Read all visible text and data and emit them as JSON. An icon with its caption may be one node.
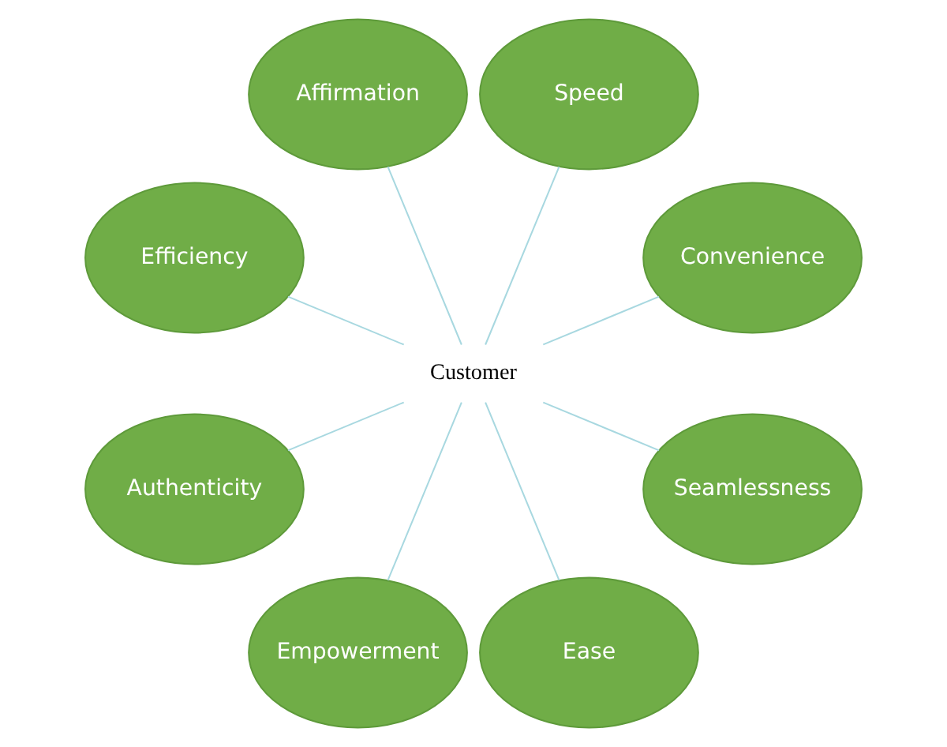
{
  "diagram": {
    "nodes": [
      {
        "text": [
          "Convenience"
        ]
      },
      {
        "text": [
          "Speed"
        ]
      },
      {
        "text": [
          "Affirmation"
        ]
      },
      {
        "text": [
          "Efficiency"
        ]
      },
      {
        "text": [
          "Authenticity"
        ]
      },
      {
        "text": [
          "Customer"
        ]
      },
      {
        "text": [
          "Empowerment"
        ]
      },
      {
        "text": [
          "Ease"
        ]
      },
      {
        "text": [
          "Seamlessness"
        ]
      }
    ],
    "edges": [
      {
        "from": 5,
        "to": 0,
        "arrow": "none"
      },
      {
        "from": 5,
        "to": 1,
        "arrow": "none"
      },
      {
        "from": 5,
        "to": 3,
        "arrow": "none"
      },
      {
        "from": 5,
        "to": 6,
        "arrow": "none"
      },
      {
        "from": 5,
        "to": 8,
        "arrow": "none"
      },
      {
        "from": 5,
        "to": 7,
        "arrow": "none"
      },
      {
        "from": 5,
        "to": 4,
        "arrow": "none"
      },
      {
        "from": 5,
        "to": 2,
        "arrow": "none"
      }
    ]
  }
}
